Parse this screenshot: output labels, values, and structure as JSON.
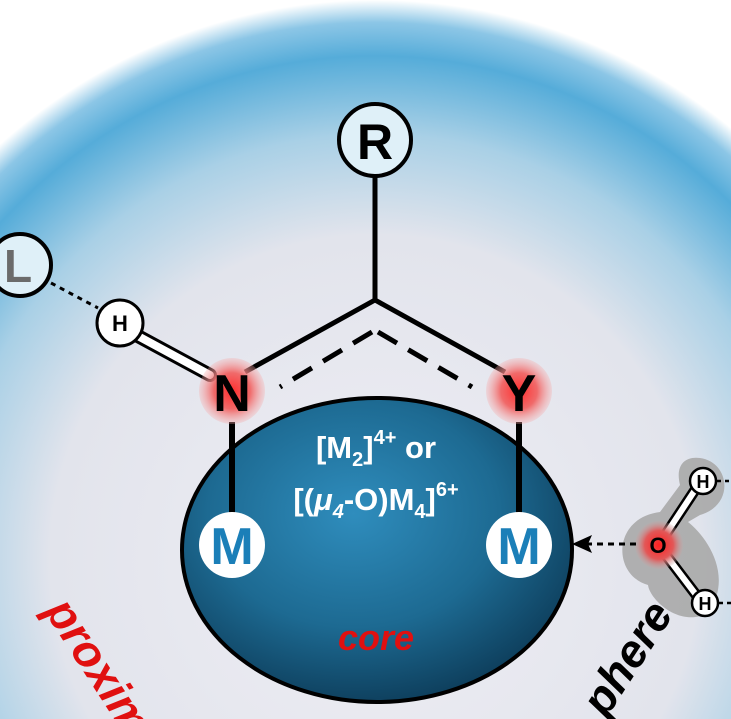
{
  "labels": {
    "r": "R",
    "l": "L",
    "h": "H",
    "n": "N",
    "y": "Y",
    "m_left": "M",
    "m_right": "M",
    "core": "core",
    "o": "O",
    "water_h_top": "H",
    "water_h_bottom": "H",
    "proximal": "proxim",
    "sphere": "phere"
  },
  "core_formula": {
    "line1_open": "[M",
    "line1_sub": "2",
    "line1_close": "]",
    "line1_sup": "4+",
    "line1_tail": " or",
    "line2_open": "[(",
    "line2_mu": "μ",
    "line2_mu_sub": "4",
    "line2_mid": "-O)M",
    "line2_sub": "4",
    "line2_close": "]",
    "line2_sup": "6+"
  },
  "colors": {
    "sphere_edge": "#4aa6d6",
    "sphere_center": "#ecebf2",
    "core_blue": "#1f6f96",
    "core_dark": "#0e3f5c",
    "metal_text": "#1b7fb8",
    "red_glow": "#ee3535",
    "core_label": "#e01010",
    "water_shadow": "#a9a9a9"
  }
}
